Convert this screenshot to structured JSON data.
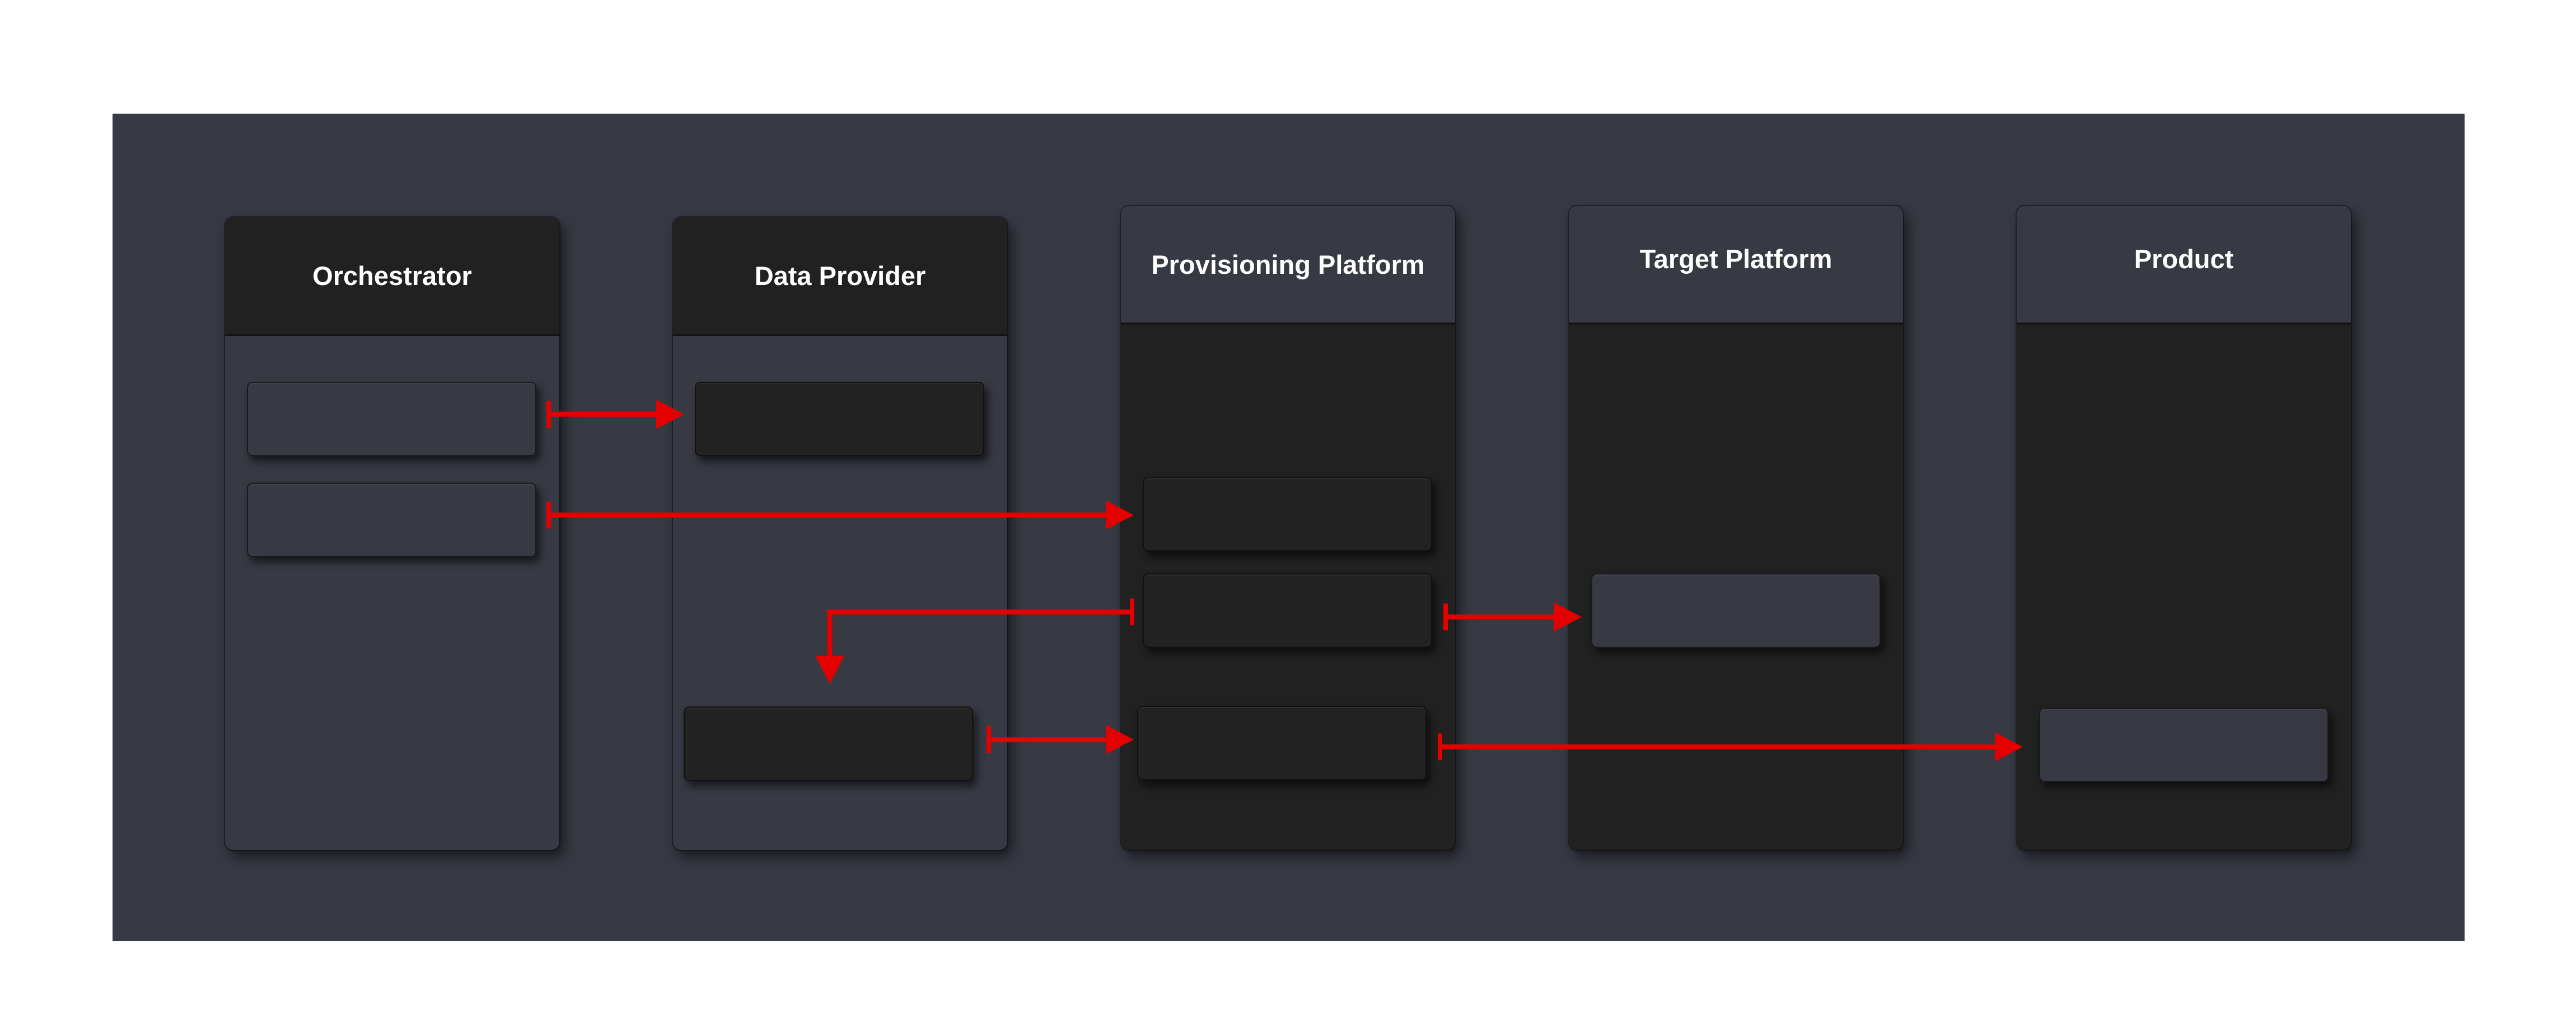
{
  "lanes": [
    {
      "id": "orchestrator",
      "title": "Orchestrator"
    },
    {
      "id": "data-provider",
      "title": "Data Provider"
    },
    {
      "id": "provisioning-platform",
      "title": "Provisioning Platform"
    },
    {
      "id": "target-platform",
      "title": "Target Platform"
    },
    {
      "id": "product",
      "title": "Product"
    }
  ],
  "colors": {
    "background": "#373943",
    "lane_dark": "#212121",
    "arrow": "#e50000",
    "header_text": "#ffffff"
  }
}
